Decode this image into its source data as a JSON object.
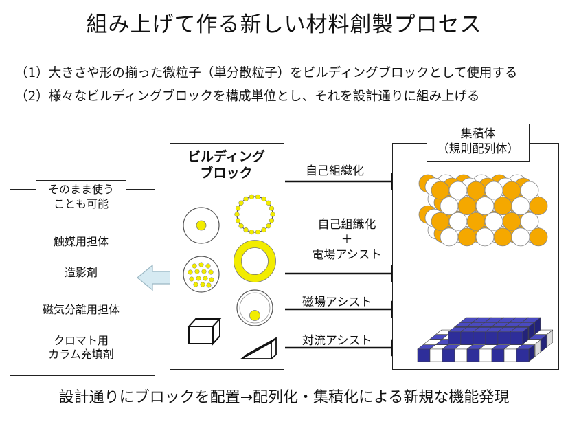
{
  "title": "組み上げて作る新しい材料創製プロセス",
  "points": [
    "（1）大きさや形の揃った微粒子（単分散粒子）をビルディングブロックとして使用する",
    "（2）様々なビルディングブロックを構成単位とし、それを設計通りに組み上げる"
  ],
  "left_panel": {
    "header_lines": [
      "そのまま使う",
      "ことも可能"
    ],
    "uses": [
      "触媒用担体",
      "造影剤",
      "磁気分離用担体"
    ],
    "last_use_lines": [
      "クロマト用",
      "カラム充填剤"
    ]
  },
  "center_panel": {
    "header_lines": [
      "ビルディング",
      "ブロック"
    ]
  },
  "right_panel": {
    "header_lines": [
      "集積体",
      "（規則配列体）"
    ]
  },
  "arrows": {
    "a1": "自己組織化",
    "a2_lines": [
      "自己組織化",
      "＋",
      "電場アシスト"
    ],
    "a3": "磁場アシスト",
    "a4": "対流アシスト"
  },
  "footer": "設計通りにブロックを配置→配列化・集積化による新規な機能発現",
  "colors": {
    "orange": "#F5A800",
    "yellow": "#F2EC00",
    "navy": "#2E2E9A",
    "hollow_arrow": "#D6EAF2"
  }
}
